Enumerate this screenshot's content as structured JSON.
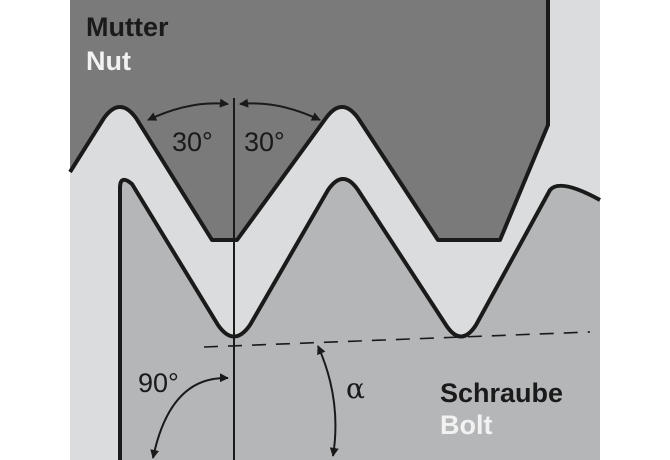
{
  "labels": {
    "nut_de": "Mutter",
    "nut_en": "Nut",
    "bolt_de": "Schraube",
    "bolt_en": "Bolt"
  },
  "angles": {
    "left_half": "30°",
    "right_half": "30°",
    "perpendicular": "90°",
    "lead": "α"
  },
  "colors": {
    "nut_fill": "#7a7a7a",
    "bolt_fill": "#b4b6b8",
    "gap_fill": "#dadcdd",
    "outline": "#1a1a1a"
  }
}
